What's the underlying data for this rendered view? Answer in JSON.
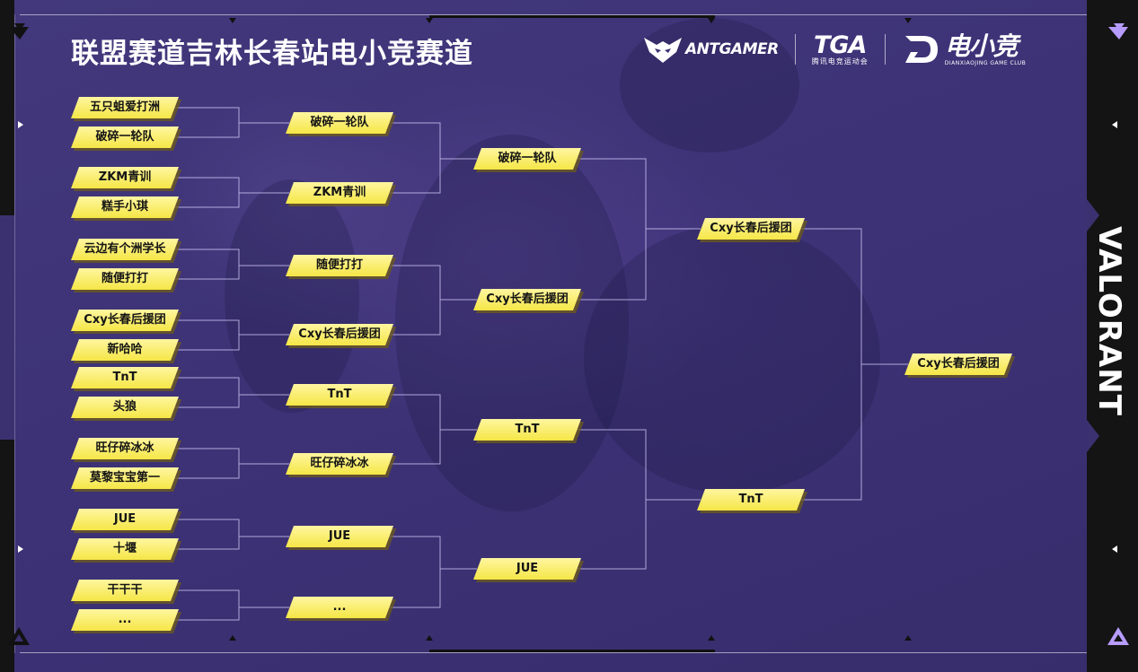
{
  "header": {
    "title": "联盟赛道吉林长春站电小竞赛道",
    "sponsors": {
      "ant": {
        "icon": "antgamer-mask-icon",
        "text": "ANTGAMER"
      },
      "tga": {
        "text": "TGA",
        "subtitle": "腾讯电竞运动会"
      },
      "dx": {
        "text": "电小竞",
        "subtitle": "DIANXIAOJING GAME CLUB",
        "icon": "dx-logo-icon"
      }
    }
  },
  "side_brand": "VALORANT",
  "colors": {
    "background": "#3b3170",
    "team_fill": "#f5e646",
    "team_text": "#141414",
    "line": "#d9d2ff",
    "rail": "#141414"
  },
  "bracket": {
    "round1": [
      "五只蛆爱打洲",
      "破碎一轮队",
      "ZKM青训",
      "糕手小琪",
      "云边有个洲学长",
      "随便打打",
      "Cxy长春后援团",
      "新哈哈",
      "TnT",
      "头狼",
      "旺仔碎冰冰",
      "莫黎宝宝第一",
      "JUE",
      "十堰",
      "干干干",
      "..."
    ],
    "round2": [
      "破碎一轮队",
      "ZKM青训",
      "随便打打",
      "Cxy长春后援团",
      "TnT",
      "旺仔碎冰冰",
      "JUE",
      "..."
    ],
    "round3": [
      "破碎一轮队",
      "Cxy长春后援团",
      "TnT",
      "JUE"
    ],
    "round4": [
      "Cxy长春后援团",
      "TnT"
    ],
    "champion": "Cxy长春后援团"
  }
}
